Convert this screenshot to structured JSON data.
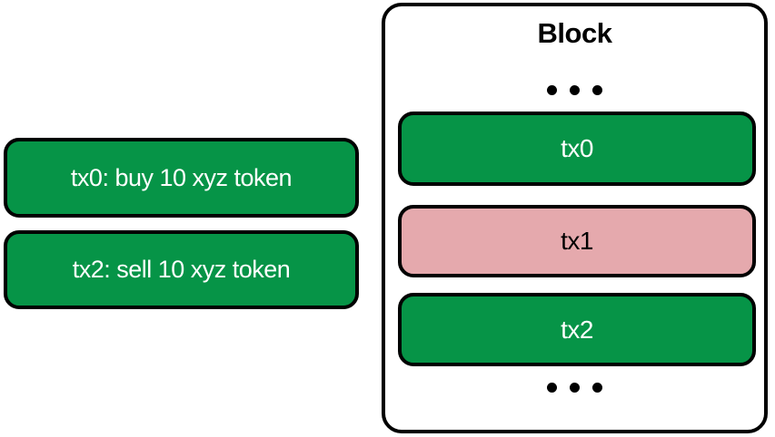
{
  "colors": {
    "green": "#069447",
    "pink": "#E5A9AD",
    "outline": "#000000",
    "background": "#FFFFFF",
    "text_on_green": "#FFFFFF",
    "text_on_pink": "#000000"
  },
  "pending_transactions": {
    "items": [
      {
        "label": "tx0: buy 10 xyz token",
        "color": "green"
      },
      {
        "label": "tx2: sell 10 xyz token",
        "color": "green"
      }
    ]
  },
  "block": {
    "title": "Block",
    "ellipsis_dot_count": 3,
    "transactions": [
      {
        "label": "tx0",
        "color": "green"
      },
      {
        "label": "tx1",
        "color": "pink"
      },
      {
        "label": "tx2",
        "color": "green"
      }
    ]
  }
}
